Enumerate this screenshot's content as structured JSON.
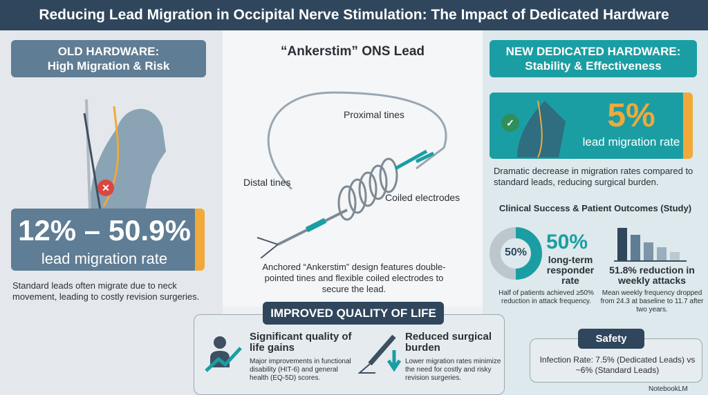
{
  "title": "Reducing Lead Migration in Occipital Nerve Stimulation: The Impact of Dedicated Hardware",
  "old": {
    "heading_1": "OLD HARDWARE:",
    "heading_2": "High Migration & Risk",
    "stat": "12% – 50.9%",
    "stat_label": "lead migration rate",
    "desc": "Standard leads often migrate due to neck movement, leading to costly revision surgeries."
  },
  "lead": {
    "title": "“Ankerstim” ONS Lead",
    "proximal": "Proximal tines",
    "distal": "Distal tines",
    "coiled": "Coiled electrodes",
    "desc": "Anchored “Ankerstim” design features double-pointed tines and flexible coiled electrodes to secure the lead."
  },
  "new": {
    "heading_1": "NEW DEDICATED HARDWARE:",
    "heading_2": "Stability & Effectiveness",
    "stat": "5%",
    "stat_label": "lead migration rate",
    "desc": "Dramatic decrease in migration rates compared to standard leads, reducing surgical burden."
  },
  "clinical": {
    "title": "Clinical Success & Patient Outcomes (Study)",
    "donut_label": "50%",
    "responder_value": "50%",
    "responder_label": "long-term responder rate",
    "responder_desc": "Half of patients achieved ≥50% reduction in attack frequency.",
    "attacks_title": "51.8% reduction in weekly attacks",
    "attacks_desc": "Mean weekly frequency dropped from 24.3 at baseline to 11.7 after two years.",
    "responder_fraction": 0.5
  },
  "qol": {
    "heading": "IMPROVED QUALITY OF LIFE",
    "item1_title": "Significant quality of life gains",
    "item1_desc": "Major improvements in functional disability (HIT-6) and general health (EQ-5D) scores.",
    "item2_title": "Reduced surgical burden",
    "item2_desc": "Lower migration rates minimize the need for costly and risky revision surgeries."
  },
  "safety": {
    "heading": "Safety",
    "text": "Infection Rate: 7.5% (Dedicated Leads) vs ~6% (Standard Leads)"
  },
  "brand": "NotebookLM",
  "colors": {
    "navy": "#2f465c",
    "teal": "#1a9ea3",
    "orange": "#f0a93a"
  }
}
